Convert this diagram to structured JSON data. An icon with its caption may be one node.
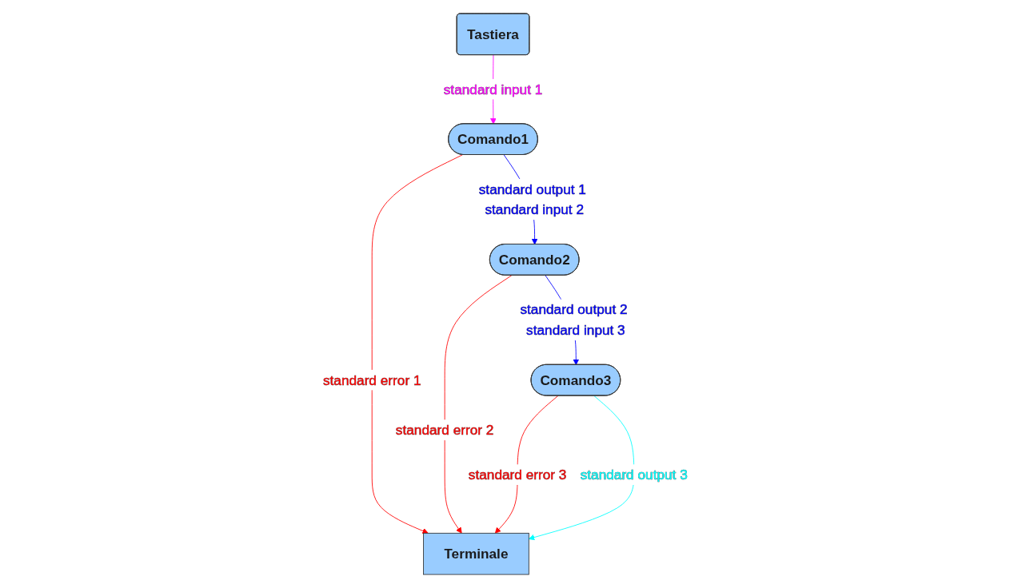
{
  "diagram": {
    "nodes": [
      {
        "text": [
          "Tastiera"
        ]
      },
      {
        "text": [
          "Comando1"
        ]
      },
      {
        "text": [
          "Terminale"
        ]
      },
      {
        "text": [
          "Comando2"
        ]
      },
      {
        "text": [
          "Comando3"
        ]
      }
    ],
    "edges": [
      {
        "from": 0,
        "to": 1,
        "arrow": "to",
        "label": "standard input 1",
        "color": "#ff00ff"
      },
      {
        "from": 1,
        "to": 2,
        "arrow": "to",
        "label": "standard error 1",
        "color": "#ff0000"
      },
      {
        "from": 1,
        "to": 3,
        "arrow": "to",
        "label": "standard output 1 standard input 2",
        "color": "#0000ff"
      },
      {
        "from": 3,
        "to": 2,
        "arrow": "to",
        "label": "standard error 2",
        "color": "#ff0000"
      },
      {
        "from": 3,
        "to": 4,
        "arrow": "to",
        "label": "standard output 2 standard input 3",
        "color": "#0000ff"
      },
      {
        "from": 4,
        "to": 2,
        "arrow": "to",
        "label": "standard error 3",
        "color": "#ff0000"
      },
      {
        "from": 4,
        "to": 2,
        "arrow": "to",
        "label": "standard output 3",
        "color": "#00ffff"
      }
    ]
  }
}
